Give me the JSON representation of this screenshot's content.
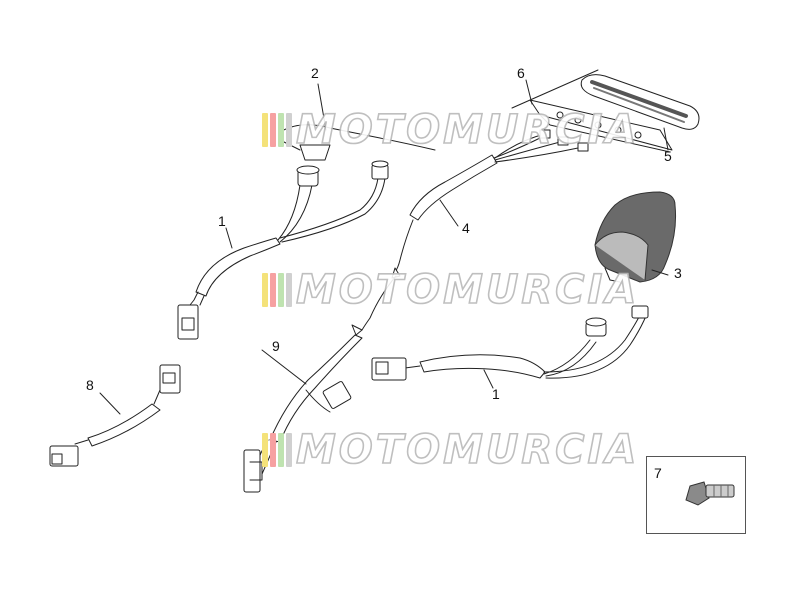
{
  "watermark": {
    "text": "MOTOMURCIA",
    "bar_colors": [
      "#f4e27a",
      "#f6a1a1",
      "#bfe3b0",
      "#d0d0d0"
    ]
  },
  "colors": {
    "line": "#222222",
    "sheath": "#ffffff",
    "lamp_dark": "#555555",
    "cover": "#6a6a6a"
  },
  "parts": [
    {
      "id": "label-1a",
      "text": "1"
    },
    {
      "id": "label-1b",
      "text": "1"
    },
    {
      "id": "label-2",
      "text": "2"
    },
    {
      "id": "label-3",
      "text": "3"
    },
    {
      "id": "label-4",
      "text": "4"
    },
    {
      "id": "label-5",
      "text": "5"
    },
    {
      "id": "label-6",
      "text": "6"
    },
    {
      "id": "label-7",
      "text": "7"
    },
    {
      "id": "label-8",
      "text": "8"
    },
    {
      "id": "label-9",
      "text": "9"
    }
  ]
}
